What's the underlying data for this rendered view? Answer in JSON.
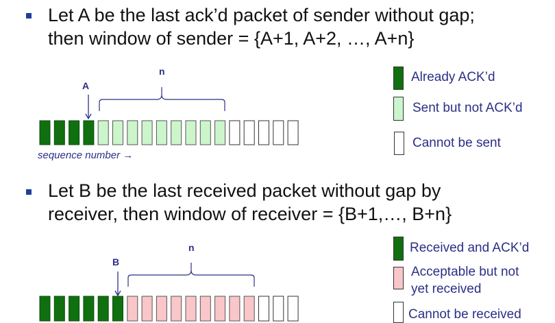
{
  "colors": {
    "acked": "#107010",
    "sent": "#ccf5cc",
    "received_acked": "#107010",
    "acceptable": "#f9c6c9",
    "empty": "#ffffff",
    "text_blue": "#2b2f86",
    "bullet": "#1f3f99"
  },
  "sender": {
    "bullet_line1": "Let A be the last ack’d packet of sender without gap;",
    "bullet_line2": "then window of sender = {A+1, A+2, …, A+n}",
    "pointer_label": "A",
    "window_label": "n",
    "sequence_label": "sequence number →",
    "packets": [
      "acked",
      "acked",
      "acked",
      "acked",
      "sent",
      "sent",
      "sent",
      "sent",
      "sent",
      "sent",
      "sent",
      "sent",
      "sent",
      "empty",
      "empty",
      "empty",
      "empty",
      "empty"
    ],
    "legend": [
      {
        "state": "acked",
        "text": "Already ACK’d"
      },
      {
        "state": "sent",
        "text": "Sent but not ACK’d"
      },
      {
        "state": "empty",
        "text": "Cannot be sent"
      }
    ]
  },
  "receiver": {
    "bullet_line1": "Let B be the last received packet without gap by",
    "bullet_line2": "receiver, then window of receiver = {B+1,…, B+n}",
    "pointer_label": "B",
    "window_label": "n",
    "packets": [
      "acked",
      "acked",
      "acked",
      "acked",
      "acked",
      "acked",
      "acceptable",
      "acceptable",
      "acceptable",
      "acceptable",
      "acceptable",
      "acceptable",
      "acceptable",
      "acceptable",
      "acceptable",
      "empty",
      "empty",
      "empty"
    ],
    "legend": [
      {
        "state": "acked",
        "text": "Received and ACK’d"
      },
      {
        "state": "acceptable",
        "text": "Acceptable but not\nyet received"
      },
      {
        "state": "empty",
        "text": "Cannot be received"
      }
    ]
  }
}
